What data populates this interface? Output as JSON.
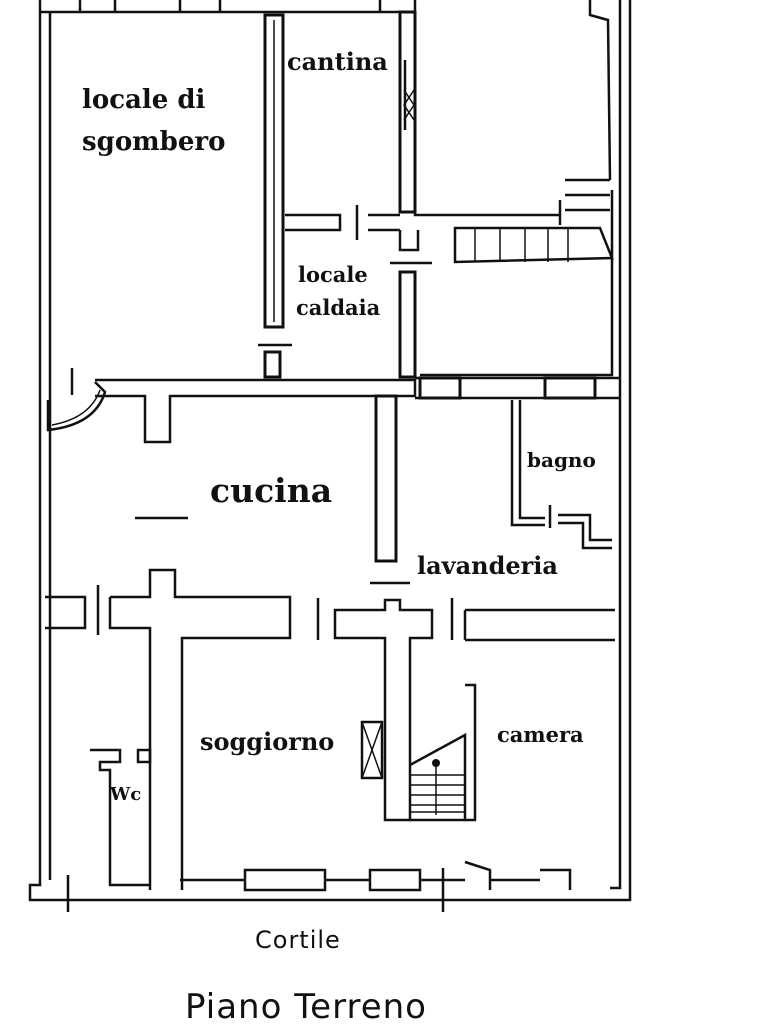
{
  "rooms": {
    "locale_di_sgombero_1": "locale di",
    "locale_di_sgombero_2": "sgombero",
    "cantina": "cantina",
    "locale_caldaia_1": "locale",
    "locale_caldaia_2": "caldaia",
    "cucina": "cucina",
    "bagno": "bagno",
    "lavanderia": "lavanderia",
    "soggiorno": "soggiorno",
    "camera": "camera",
    "wc": "Wc"
  },
  "captions": {
    "courtyard": "Cortile",
    "floor": "Piano Terreno"
  }
}
